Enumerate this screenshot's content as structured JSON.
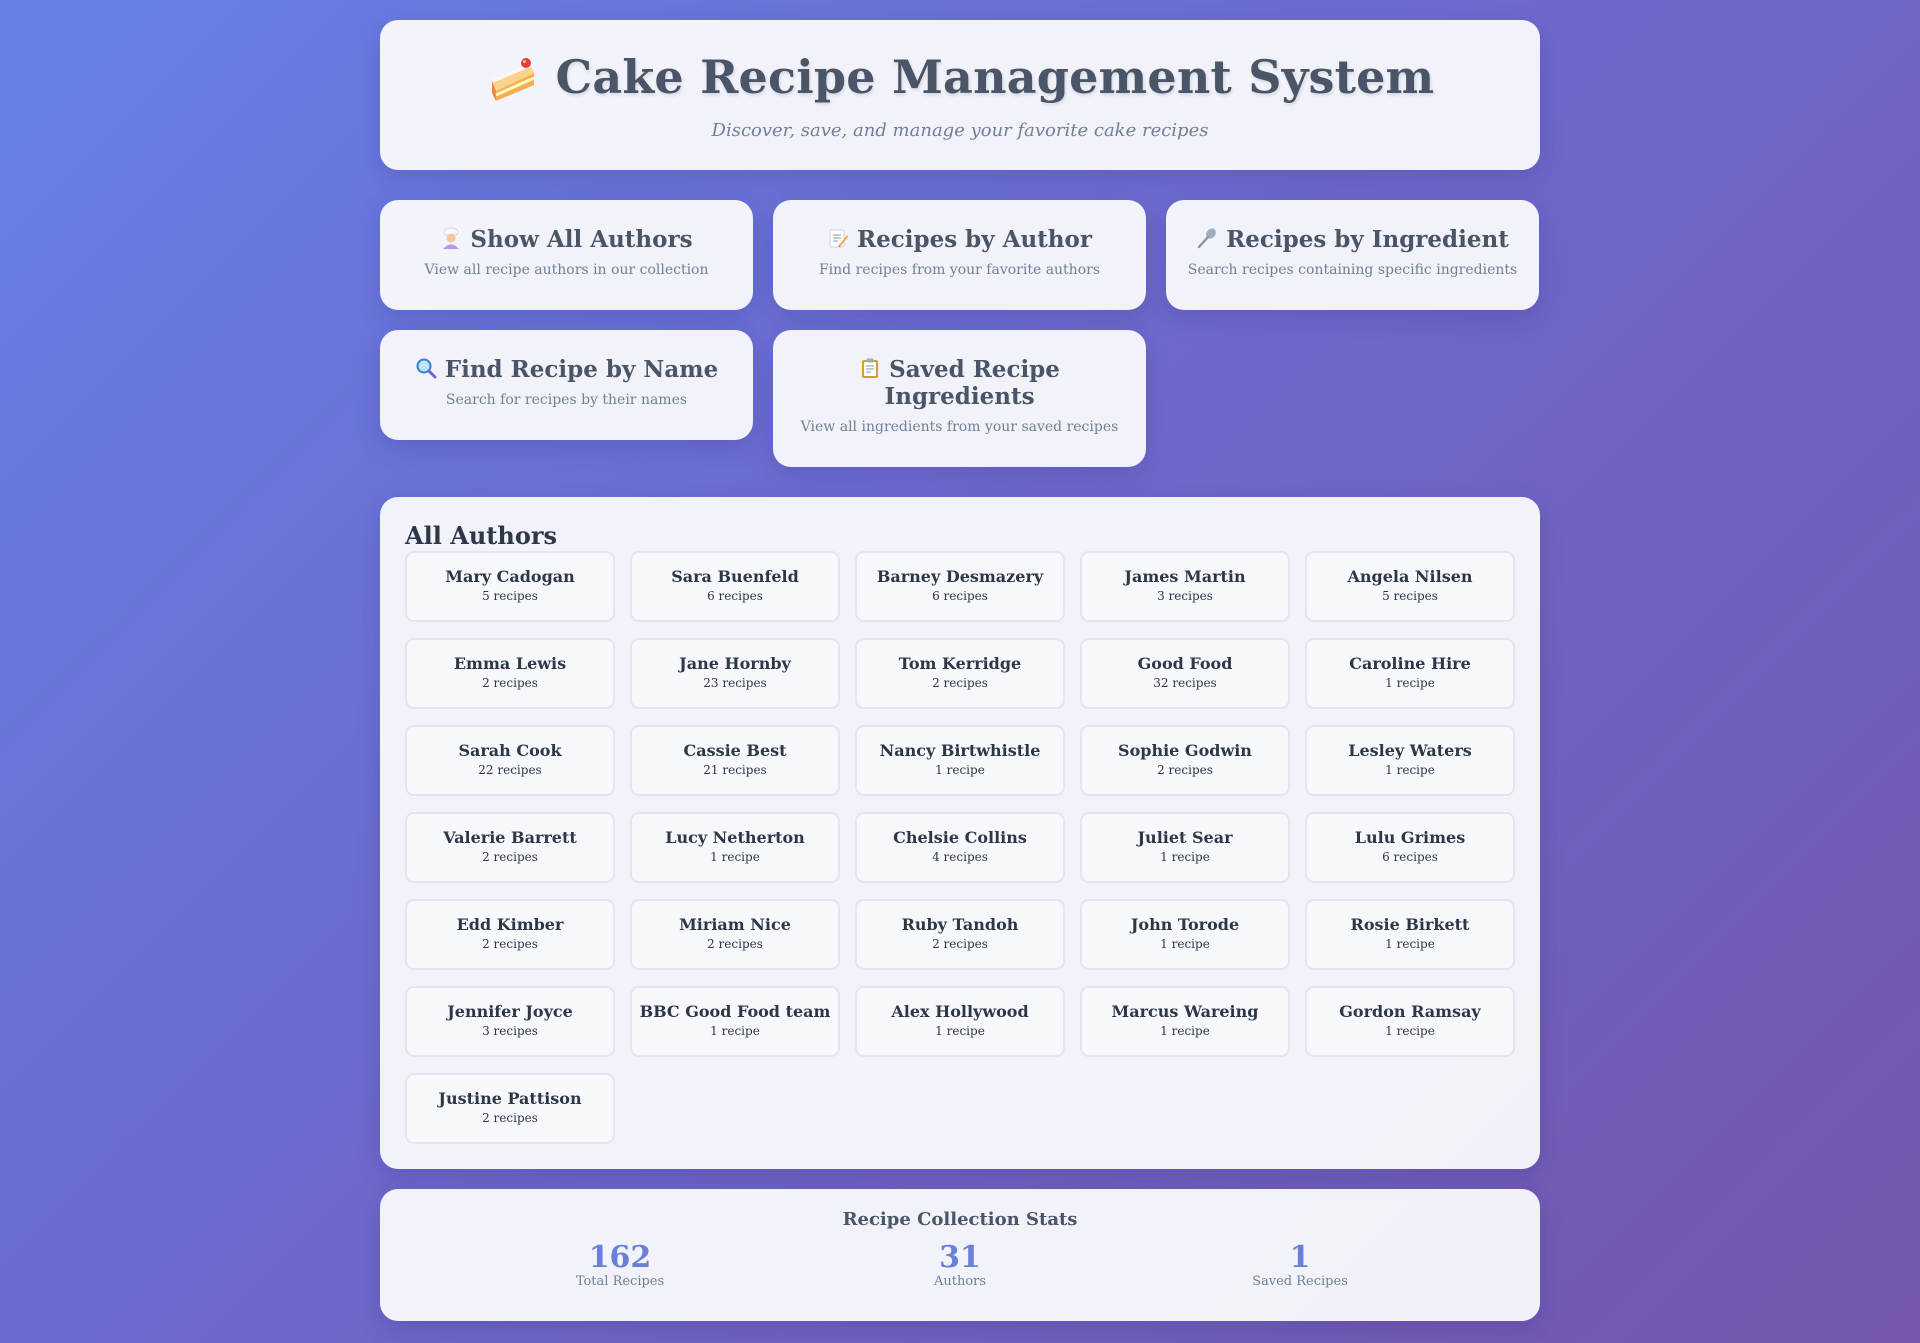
{
  "header": {
    "title": "Cake Recipe Management System",
    "subtitle": "Discover, save, and manage your favorite cake recipes",
    "icon": "cake-icon"
  },
  "actions": [
    {
      "label": "Show All Authors",
      "description": "View all recipe authors in our collection",
      "icon": "chef-icon"
    },
    {
      "label": "Recipes by Author",
      "description": "Find recipes from your favorite authors",
      "icon": "memo-icon"
    },
    {
      "label": "Recipes by Ingredient",
      "description": "Search recipes containing specific ingredients",
      "icon": "spoon-icon"
    },
    {
      "label": "Find Recipe by Name",
      "description": "Search for recipes by their names",
      "icon": "magnifier-icon"
    },
    {
      "label": "Saved Recipe Ingredients",
      "description": "View all ingredients from your saved recipes",
      "icon": "clipboard-icon"
    }
  ],
  "authors_panel": {
    "heading": "All Authors",
    "authors": [
      {
        "name": "Mary Cadogan",
        "count": "5 recipes"
      },
      {
        "name": "Sara Buenfeld",
        "count": "6 recipes"
      },
      {
        "name": "Barney Desmazery",
        "count": "6 recipes"
      },
      {
        "name": "James Martin",
        "count": "3 recipes"
      },
      {
        "name": "Angela Nilsen",
        "count": "5 recipes"
      },
      {
        "name": "Emma Lewis",
        "count": "2 recipes"
      },
      {
        "name": "Jane Hornby",
        "count": "23 recipes"
      },
      {
        "name": "Tom Kerridge",
        "count": "2 recipes"
      },
      {
        "name": "Good Food",
        "count": "32 recipes"
      },
      {
        "name": "Caroline Hire",
        "count": "1 recipe"
      },
      {
        "name": "Sarah Cook",
        "count": "22 recipes"
      },
      {
        "name": "Cassie Best",
        "count": "21 recipes"
      },
      {
        "name": "Nancy Birtwhistle",
        "count": "1 recipe"
      },
      {
        "name": "Sophie Godwin",
        "count": "2 recipes"
      },
      {
        "name": "Lesley Waters",
        "count": "1 recipe"
      },
      {
        "name": "Valerie Barrett",
        "count": "2 recipes"
      },
      {
        "name": "Lucy Netherton",
        "count": "1 recipe"
      },
      {
        "name": "Chelsie Collins",
        "count": "4 recipes"
      },
      {
        "name": "Juliet Sear",
        "count": "1 recipe"
      },
      {
        "name": "Lulu Grimes",
        "count": "6 recipes"
      },
      {
        "name": "Edd Kimber",
        "count": "2 recipes"
      },
      {
        "name": "Miriam Nice",
        "count": "2 recipes"
      },
      {
        "name": "Ruby Tandoh",
        "count": "2 recipes"
      },
      {
        "name": "John Torode",
        "count": "1 recipe"
      },
      {
        "name": "Rosie Birkett",
        "count": "1 recipe"
      },
      {
        "name": "Jennifer Joyce",
        "count": "3 recipes"
      },
      {
        "name": "BBC Good Food team",
        "count": "1 recipe"
      },
      {
        "name": "Alex Hollywood",
        "count": "1 recipe"
      },
      {
        "name": "Marcus Wareing",
        "count": "1 recipe"
      },
      {
        "name": "Gordon Ramsay",
        "count": "1 recipe"
      },
      {
        "name": "Justine Pattison",
        "count": "2 recipes"
      }
    ]
  },
  "stats": {
    "heading": "Recipe Collection Stats",
    "items": [
      {
        "value": "162",
        "label": "Total Recipes"
      },
      {
        "value": "31",
        "label": "Authors"
      },
      {
        "value": "1",
        "label": "Saved Recipes"
      }
    ]
  },
  "colors": {
    "accent": "#6b7fd7",
    "bg_start": "#6680e8",
    "bg_end": "#7456ad"
  }
}
